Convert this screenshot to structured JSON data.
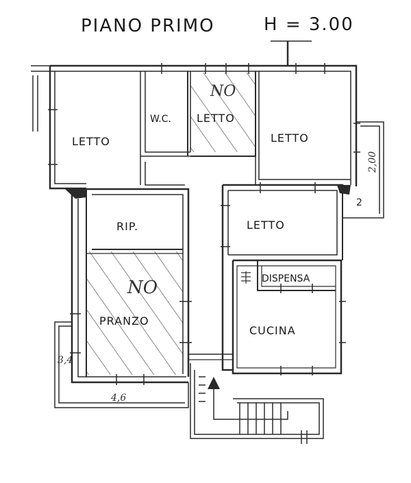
{
  "title": "PIANO PRIMO",
  "height_label": "H = 3.00",
  "rooms": {
    "letto_1": "LETTO",
    "wc": "W.C.",
    "letto_2": "LETTO",
    "no_1": "NO",
    "letto_3": "LETTO",
    "rip": "RIP.",
    "letto_4": "LETTO",
    "pranzo": "PRANZO",
    "no_2": "NO",
    "dispensa": "DISPENSA",
    "cucina": "CUCINA"
  },
  "dimensions": {
    "balcony_depth": "2,00",
    "balcony_small": "2",
    "left_side": "3,4",
    "bottom_side": "4,6"
  },
  "colors": {
    "wall": "#2a2a2a",
    "hatch": "#3a3a3a",
    "paper": "#ffffff"
  }
}
